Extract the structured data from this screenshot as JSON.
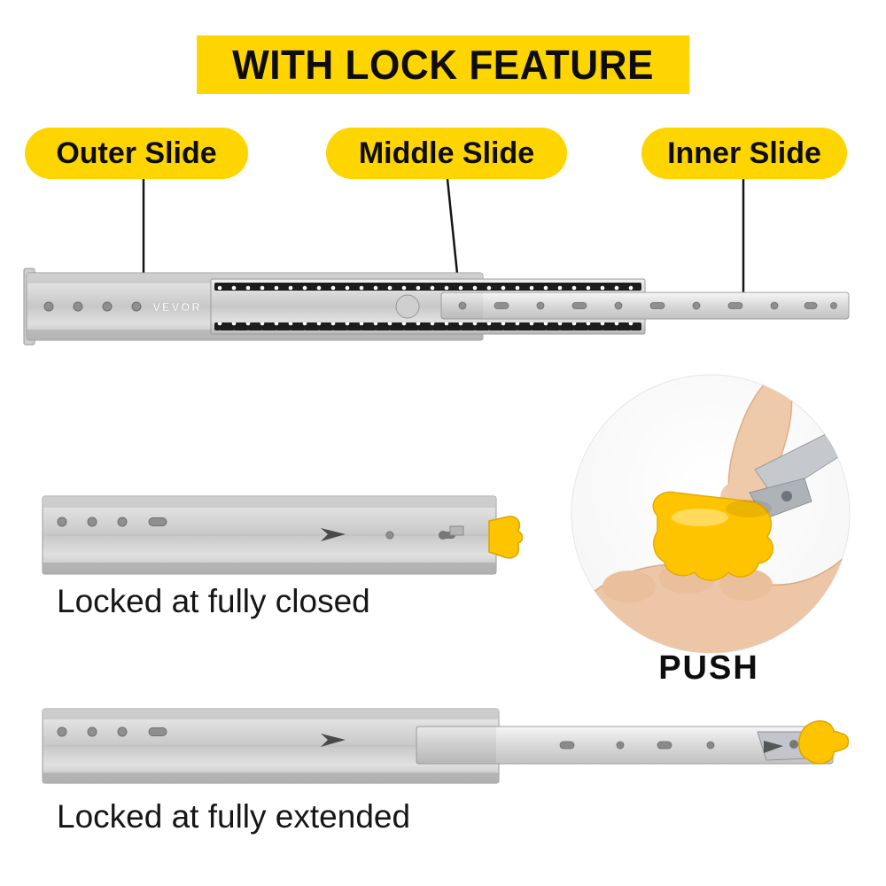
{
  "title": "WITH LOCK FEATURE",
  "labels": {
    "outer": "Outer Slide",
    "middle": "Middle Slide",
    "inner": "Inner Slide"
  },
  "brand": "VEVOR",
  "captions": {
    "closed": "Locked at fully closed",
    "extended": "Locked at fully extended"
  },
  "push_label": "PUSH",
  "colors": {
    "accent-yellow": "#FFD500",
    "lock-yellow": "#FFC400",
    "text-black": "#111111",
    "slide-gray": "#D6D6D6"
  }
}
